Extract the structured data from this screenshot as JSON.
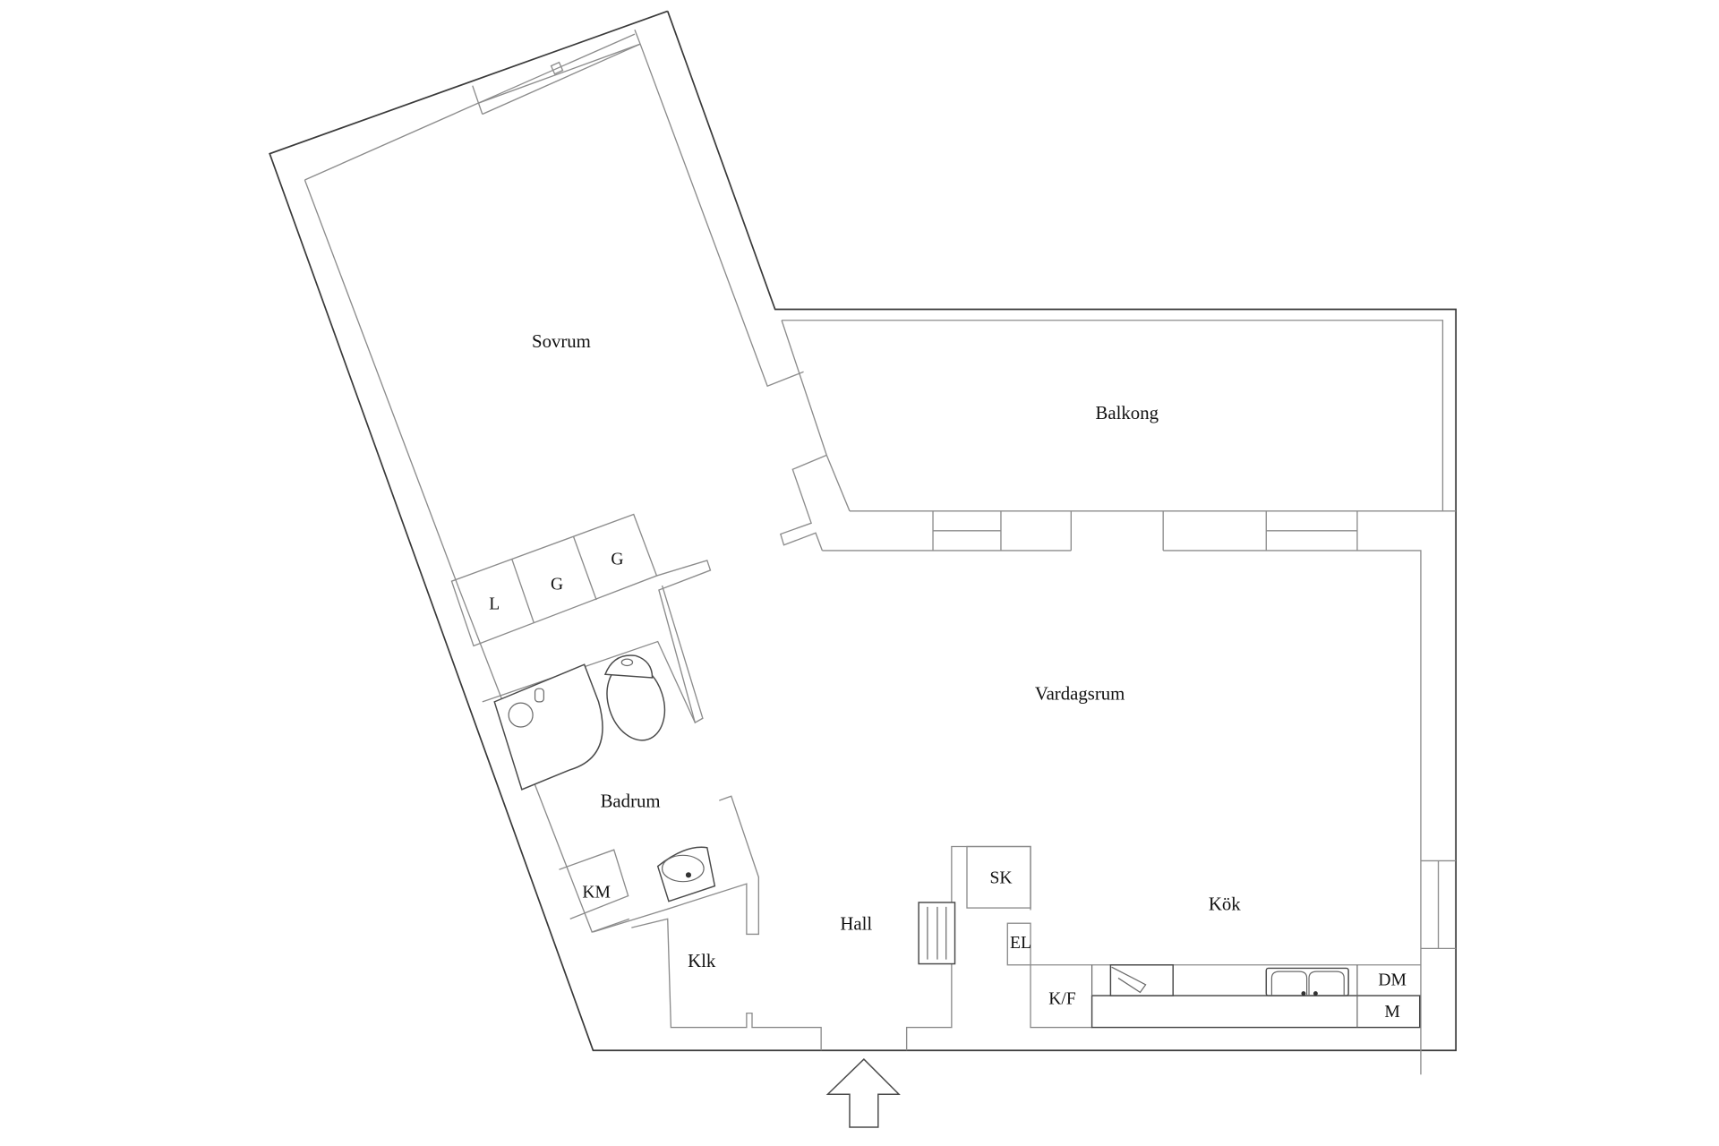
{
  "plan": {
    "type": "apartment floor plan",
    "rooms": [
      {
        "id": "sovrum",
        "label": "Sovrum"
      },
      {
        "id": "balkong",
        "label": "Balkong"
      },
      {
        "id": "vardagsrum",
        "label": "Vardagsrum"
      },
      {
        "id": "badrum",
        "label": "Badrum"
      },
      {
        "id": "hall",
        "label": "Hall"
      },
      {
        "id": "klk",
        "label": "Klk"
      },
      {
        "id": "kok",
        "label": "Kök"
      }
    ],
    "closets": [
      {
        "id": "l",
        "label": "L"
      },
      {
        "id": "g1",
        "label": "G"
      },
      {
        "id": "g2",
        "label": "G"
      },
      {
        "id": "km",
        "label": "KM"
      },
      {
        "id": "sk",
        "label": "SK"
      },
      {
        "id": "el",
        "label": "EL"
      },
      {
        "id": "kf",
        "label": "K/F"
      },
      {
        "id": "dm",
        "label": "DM"
      },
      {
        "id": "m",
        "label": "M"
      }
    ],
    "entrance": {
      "icon": "entrance-arrow-icon"
    },
    "colors": {
      "outer_wall": "#3a3a3a",
      "inner_wall": "#8c8c8c",
      "text": "#111111",
      "background": "#ffffff"
    }
  }
}
